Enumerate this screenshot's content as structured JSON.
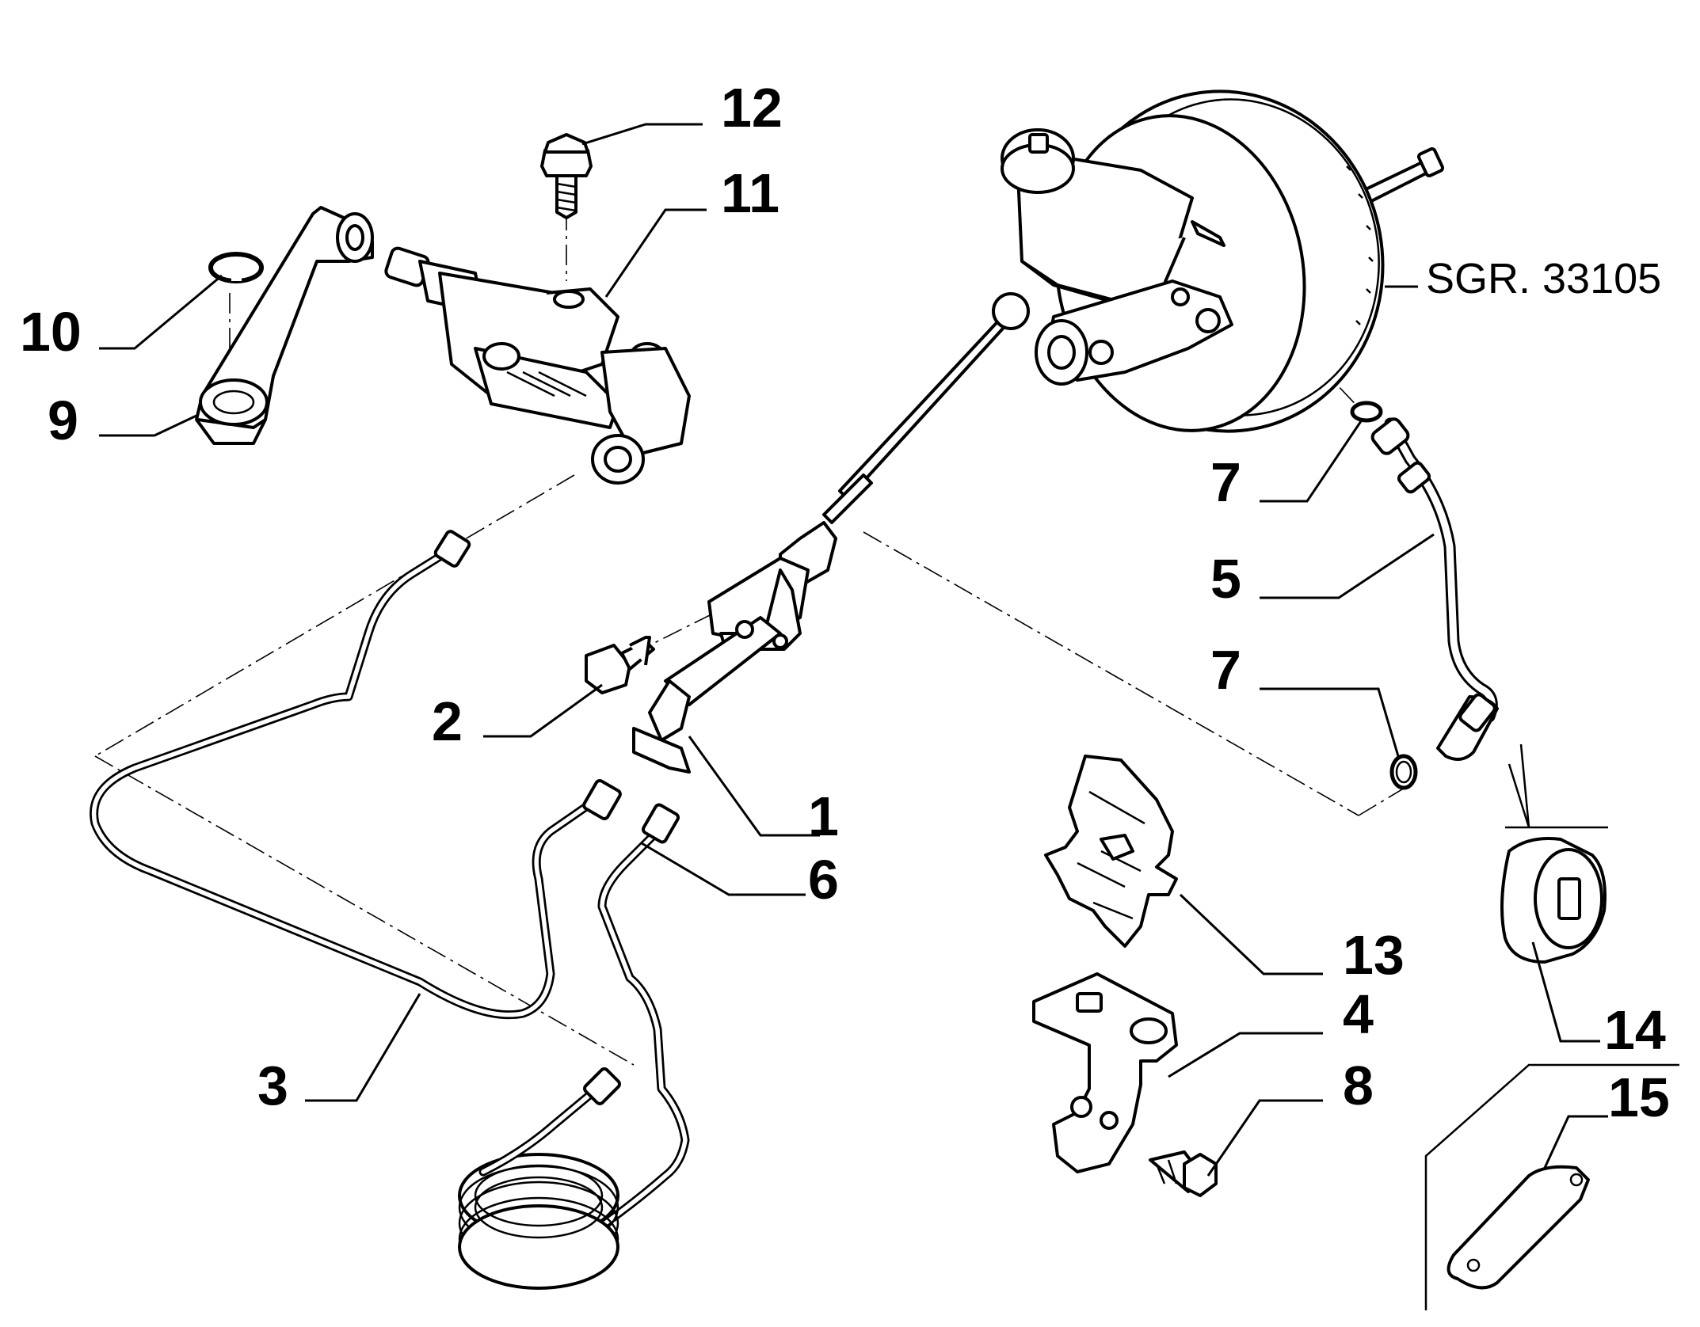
{
  "diagram": {
    "reference": "SGR. 33105",
    "callouts": {
      "c1": "1",
      "c2": "2",
      "c3": "3",
      "c4": "4",
      "c5": "5",
      "c6": "6",
      "c7a": "7",
      "c7b": "7",
      "c8": "8",
      "c9": "9",
      "c10": "10",
      "c11": "11",
      "c12": "12",
      "c13": "13",
      "c14": "14",
      "c15": "15"
    }
  }
}
